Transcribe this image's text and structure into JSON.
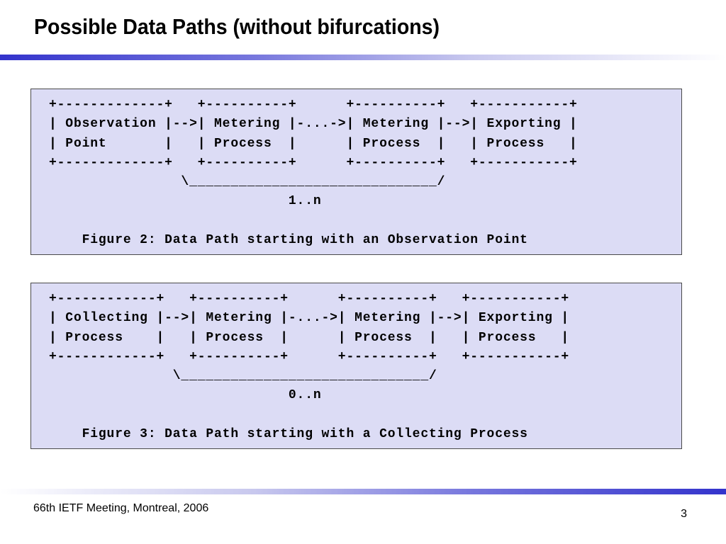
{
  "slide": {
    "title": "Possible Data Paths (without bifurcations)",
    "footer": "66th IETF Meeting, Montreal, 2006",
    "page_number": "3"
  },
  "figures": [
    {
      "lines": [
        "+-------------+   +----------+      +----------+   +-----------+",
        "| Observation |-->| Metering |-...->| Metering |-->| Exporting |",
        "| Point       |   | Process  |      | Process  |   | Process   |",
        "+-------------+   +----------+      +----------+   +-----------+",
        "                \\______________________________/",
        "                             1..n",
        "",
        "    Figure 2: Data Path starting with an Observation Point"
      ]
    },
    {
      "lines": [
        "+------------+   +----------+      +----------+   +-----------+",
        "| Collecting |-->| Metering |-...->| Metering |-->| Exporting |",
        "| Process    |   | Process  |      | Process  |   | Process   |",
        "+------------+   +----------+      +----------+   +-----------+",
        "               \\______________________________/",
        "                             0..n",
        "",
        "    Figure 3: Data Path starting with a Collecting Process"
      ]
    }
  ]
}
